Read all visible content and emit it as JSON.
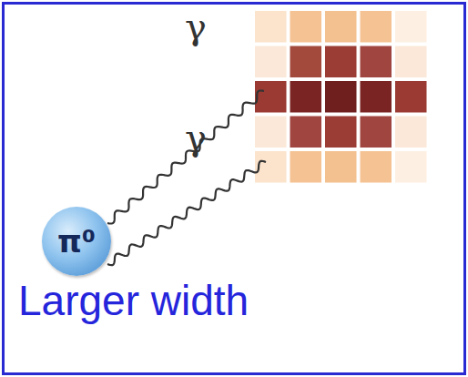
{
  "diagram": {
    "nodes": [
      {
        "text": [
          "π⁰"
        ]
      }
    ],
    "labels": [
      "γ",
      "γ",
      "Larger width"
    ]
  }
}
